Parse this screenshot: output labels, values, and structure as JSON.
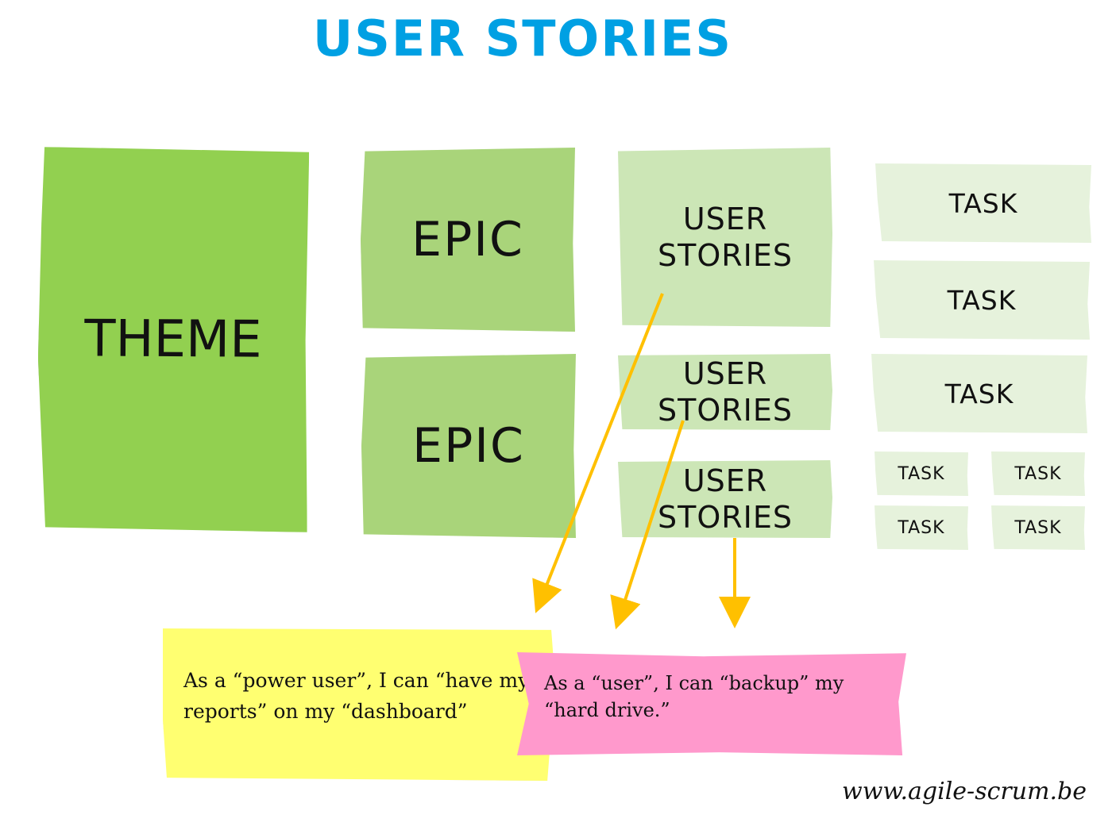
{
  "title": "USER STORIES",
  "theme": {
    "label": "THEME"
  },
  "epics": [
    {
      "label": "EPIC"
    },
    {
      "label": "EPIC"
    }
  ],
  "user_stories": [
    {
      "line1": "USER",
      "line2": "STORIES"
    },
    {
      "line1": "USER",
      "line2": "STORIES"
    },
    {
      "line1": "USER",
      "line2": "STORIES"
    }
  ],
  "tasks": [
    {
      "label": "TASK"
    },
    {
      "label": "TASK"
    },
    {
      "label": "TASK"
    },
    {
      "label": "TASK"
    },
    {
      "label": "TASK"
    },
    {
      "label": "TASK"
    },
    {
      "label": "TASK"
    }
  ],
  "stories": [
    {
      "text": "As a “power user”, I can “have my reports” on my “dashboard”"
    },
    {
      "text": "As a “user”, I can “backup” my “hard drive.”"
    }
  ],
  "footer": "www.agile-scrum.be",
  "colors": {
    "title": "#00a0e3",
    "theme": "#92d050",
    "epic": "#a9d47a",
    "user_story": "#cce6b6",
    "task": "#e6f2dc",
    "story_yellow": "#ffff71",
    "story_pink": "#ff99cc",
    "arrow": "#ffc000"
  }
}
